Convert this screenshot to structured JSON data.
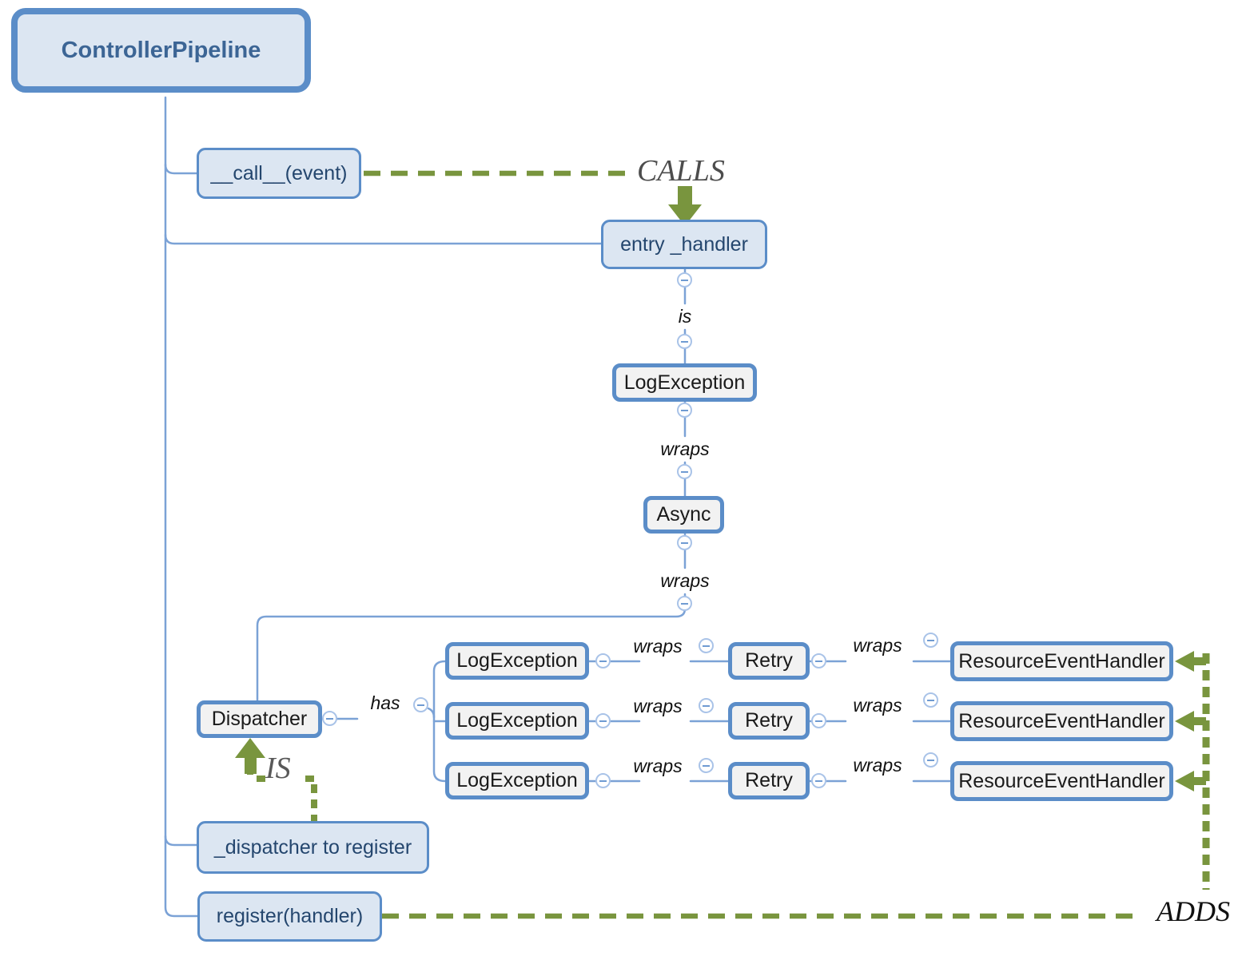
{
  "root": {
    "label": "ControllerPipeline"
  },
  "methods": {
    "call": "__call__(event)",
    "entry_handler": "entry _handler",
    "dispatcher_field": "_dispatcher to register",
    "register": "register(handler)"
  },
  "chain": {
    "is_label": "is",
    "log_exception": "LogException",
    "wraps_label_1": "wraps",
    "async": "Async",
    "wraps_label_2": "wraps"
  },
  "dispatcher": {
    "label": "Dispatcher",
    "has_label": "has"
  },
  "rows": [
    {
      "log_exception": "LogException",
      "wraps_left": "wraps",
      "retry": "Retry",
      "wraps_right": "wraps",
      "handler": "ResourceEventHandler"
    },
    {
      "log_exception": "LogException",
      "wraps_left": "wraps",
      "retry": "Retry",
      "wraps_right": "wraps",
      "handler": "ResourceEventHandler"
    },
    {
      "log_exception": "LogException",
      "wraps_left": "wraps",
      "retry": "Retry",
      "wraps_right": "wraps",
      "handler": "ResourceEventHandler"
    }
  ],
  "relations": {
    "calls": "CALLS",
    "is": "IS",
    "adds": "ADDS"
  },
  "colors": {
    "node_border": "#5b8dc8",
    "blue_fill": "#dce6f2",
    "gray_fill": "#f2f2f2",
    "tree_line": "#7ba2d6",
    "relation_green": "#79953e",
    "root_text": "#3c6595",
    "node_text_blue": "#24466e"
  }
}
